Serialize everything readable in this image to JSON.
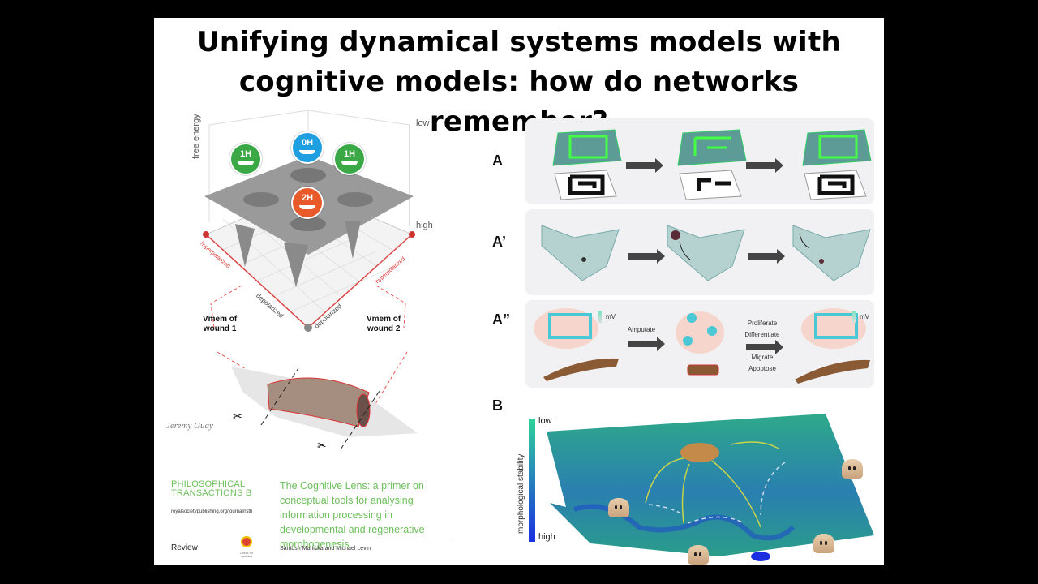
{
  "slide": {
    "title_line1": "Unifying dynamical systems models with",
    "title_line2": "cognitive models: how do networks remember?"
  },
  "left_figure": {
    "y_axis_label": "free energy",
    "y_top_label": "low",
    "y_bottom_label": "high",
    "badges": [
      {
        "label": "1H",
        "color": "#3aa845"
      },
      {
        "label": "0H",
        "color": "#1f9fdf"
      },
      {
        "label": "1H",
        "color": "#3aa845"
      },
      {
        "label": "2H",
        "color": "#e85a2a"
      }
    ],
    "axis_left_outer": "hyperpolarized",
    "axis_right_outer": "hyperpolarized",
    "axis_left_inner": "depolarized",
    "axis_right_inner": "depolarized",
    "wound1": [
      "Vmem of",
      "wound 1"
    ],
    "wound2": [
      "Vmem of",
      "wound 2"
    ],
    "credit": "Jeremy Guay"
  },
  "paper": {
    "journal_line1": "PHILOSOPHICAL",
    "journal_line2": "TRANSACTIONS B",
    "journal_url": "royalsocietypublishing.org/journal/rstb",
    "article_type": "Review",
    "crossmark": "Check for updates",
    "title": "The Cognitive Lens: a primer on conceptual tools for analysing information processing in developmental and regenerative morphogenesis",
    "authors": "Santosh Manicka and Michael Levin"
  },
  "right_figure": {
    "panels": [
      {
        "label": "A"
      },
      {
        "label": "A’"
      },
      {
        "label": "A”"
      },
      {
        "label": "B"
      }
    ],
    "a2": {
      "step1": "Amputate",
      "step2": [
        "Proliferate",
        "Differentiate",
        "Migrate",
        "Apoptose"
      ],
      "unit": "mV"
    },
    "b": {
      "colorbar_title": "morphological stability",
      "colorbar_top": "low",
      "colorbar_bottom": "high",
      "colors": {
        "low": "#2fd39a",
        "high": "#1b2fe0",
        "surface": "#2a9d8a"
      }
    }
  }
}
